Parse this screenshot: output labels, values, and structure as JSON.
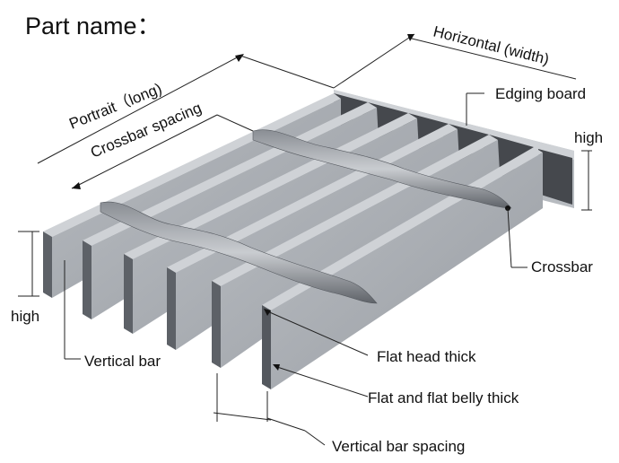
{
  "title": "Part name：",
  "labels": {
    "horizontal": "Horizontal (width)",
    "portrait": "Portrait（long)",
    "crossbar_spacing": "Crossbar spacing",
    "edging_board": "Edging board",
    "high_right": "high",
    "high_left": "high",
    "crossbar": "Crossbar",
    "vertical_bar": "Vertical bar",
    "flat_head_thick": "Flat head thick",
    "flat_belly_thick": "Flat and flat belly thick",
    "vertical_bar_spacing": "Vertical bar spacing"
  },
  "colors": {
    "bar_top": "#c2c5c9",
    "bar_face": "#a9adb2",
    "bar_end": "#7d8187",
    "gap_shadow": "#45484d",
    "edging_board": "#b7bbc0",
    "crossbar": "#6f737a"
  }
}
